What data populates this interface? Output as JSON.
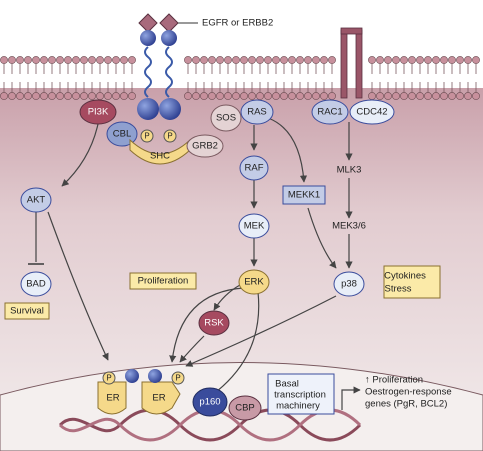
{
  "receptor_label": "EGFR or ERBB2",
  "nodes": {
    "pi3k": "PI3K",
    "cbl": "CBL",
    "shc": "SHC",
    "grb2": "GRB2",
    "sos": "SOS",
    "ras": "RAS",
    "rac1": "RAC1",
    "cdc42": "CDC42",
    "akt": "AKT",
    "bad": "BAD",
    "raf": "RAF",
    "mekk1": "MEKK1",
    "mlk3": "MLK3",
    "mek": "MEK",
    "mek36": "MEK3/6",
    "erk": "ERK",
    "p38": "p38",
    "rsk": "RSK",
    "er1": "ER",
    "er2": "ER",
    "p160": "p160",
    "cbp": "CBP",
    "phospho": "P"
  },
  "boxes": {
    "survival": "Survival",
    "proliferation": "Proliferation",
    "cytokines": "Cytokines",
    "stress": "Stress",
    "basal_1": "Basal",
    "basal_2": "transcription",
    "basal_3": "machinery"
  },
  "outcome": {
    "line1": "↑ Proliferation",
    "line2": "Oestrogen-response",
    "line3": "genes (PgR, BCL2)"
  },
  "colors": {
    "cell_bg": "#e9dcd8",
    "nucleus_bg": "#f2ecea",
    "membrane_head": "#c7909c",
    "receptor": "#9a5668",
    "blue_node": "#c3cce6",
    "dark_blue": "#3a4c9c",
    "yellow": "#f5d98a",
    "box_yellow": "#fbeaa8",
    "rsk": "#a64a60",
    "dna": "#8a4a5a"
  }
}
